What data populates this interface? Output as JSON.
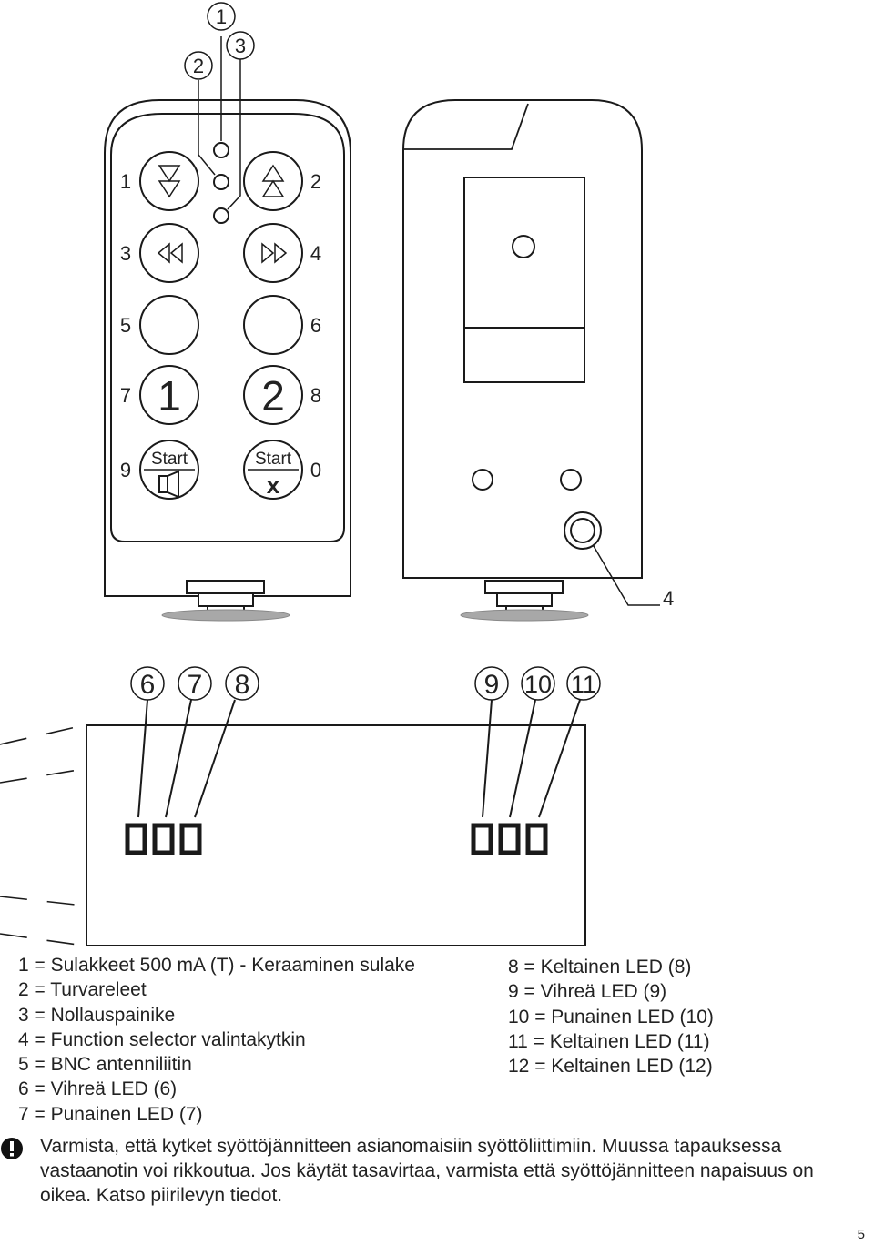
{
  "remote": {
    "callouts": [
      "1",
      "2",
      "3"
    ],
    "side_numbers": [
      "1",
      "2",
      "3",
      "4",
      "5",
      "6",
      "7",
      "8",
      "9",
      "0"
    ],
    "button_digits": [
      "1",
      "2"
    ],
    "start_label": "Start",
    "stop_symbol": "x"
  },
  "receiver": {
    "callout": "4"
  },
  "panel": {
    "callouts": [
      "6",
      "7",
      "8",
      "9",
      "10",
      "11"
    ]
  },
  "legend": {
    "left": [
      "1 = Sulakkeet 500 mA (T) - Keraaminen sulake",
      "2 = Turvareleet",
      "3 = Nollauspainike",
      "4 = Function selector valintakytkin",
      "5 = BNC antenniliitin",
      "6 =  Vihreä LED (6)",
      "7 =  Punainen LED (7)"
    ],
    "right": [
      "8 =  Keltainen LED (8)",
      "9 =  Vihreä LED (9)",
      "10 = Punainen LED (10)",
      "11 = Keltainen LED (11)",
      "12 = Keltainen LED (12)"
    ]
  },
  "warning": {
    "text": "Varmista, että kytket syöttöjännitteen asianomaisiin syöttöliittimiin. Muussa tapauksessa vastaanotin voi rikkoutua. Jos käytät tasavirtaa, varmista että syöttöjännitteen napaisuus on oikea. Katso piirilevyn tiedot."
  },
  "page_number": "5"
}
